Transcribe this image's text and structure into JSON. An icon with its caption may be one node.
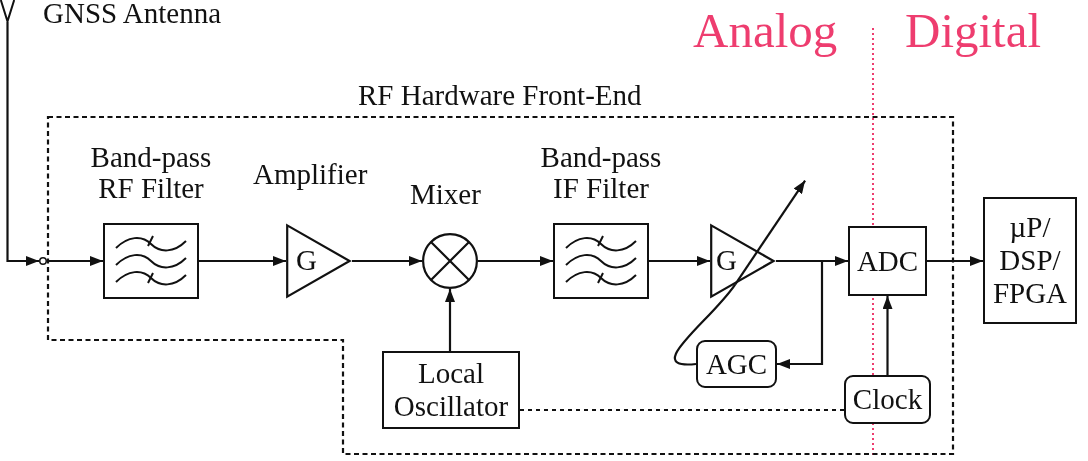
{
  "diagram": {
    "nodes": [
      {
        "text": [],
        "shape": "antenna",
        "beside": [
          "GNSS Antenna"
        ]
      },
      {
        "text": [],
        "shape": "circle"
      },
      {
        "text": [
          "RF Hardware Front-End"
        ]
      },
      {
        "text": [],
        "shape": "box",
        "in": 2,
        "beside": [
          "Band-pass RF Filter"
        ]
      },
      {
        "text": [
          "G"
        ],
        "in": 2,
        "beside": [
          "Amplifier"
        ]
      },
      {
        "text": [],
        "shape": "circle",
        "in": 2,
        "beside": [
          "Mixer"
        ]
      },
      {
        "text": [],
        "shape": "box",
        "in": 2,
        "beside": [
          "Band-pass IF Filter"
        ]
      },
      {
        "text": [
          "G"
        ],
        "in": 2
      },
      {
        "text": [
          "ADC"
        ],
        "in": 2
      },
      {
        "text": [
          "µP/ DSP/ FPGA"
        ]
      },
      {
        "text": [
          "Local Oscillator"
        ],
        "in": 2
      },
      {
        "text": [
          "AGC"
        ],
        "in": 2
      },
      {
        "text": [
          "Clock"
        ],
        "in": 2
      }
    ],
    "edges": [
      {
        "from": 0,
        "to": 1,
        "arrow": "to"
      },
      {
        "from": 1,
        "to": 3,
        "arrow": "to"
      },
      {
        "from": 3,
        "to": 4,
        "arrow": "to"
      },
      {
        "from": 4,
        "to": 5,
        "arrow": "to"
      },
      {
        "from": 10,
        "to": 5,
        "arrow": "to"
      },
      {
        "from": 5,
        "to": 6,
        "arrow": "to"
      },
      {
        "from": 6,
        "to": 7,
        "arrow": "to"
      },
      {
        "from": 7,
        "to": 8,
        "arrow": "to"
      },
      {
        "from": 7,
        "to": 11,
        "arrow": "to"
      },
      {
        "from": 11,
        "to": 7,
        "arrow": "none"
      },
      {
        "from": 12,
        "to": 8,
        "arrow": "to"
      },
      {
        "from": 8,
        "to": 9,
        "arrow": "to"
      },
      {
        "from": 10,
        "to": 12,
        "arrow": "none",
        "style": "dashed"
      }
    ],
    "labels": [
      "Analog",
      "Digital"
    ]
  }
}
